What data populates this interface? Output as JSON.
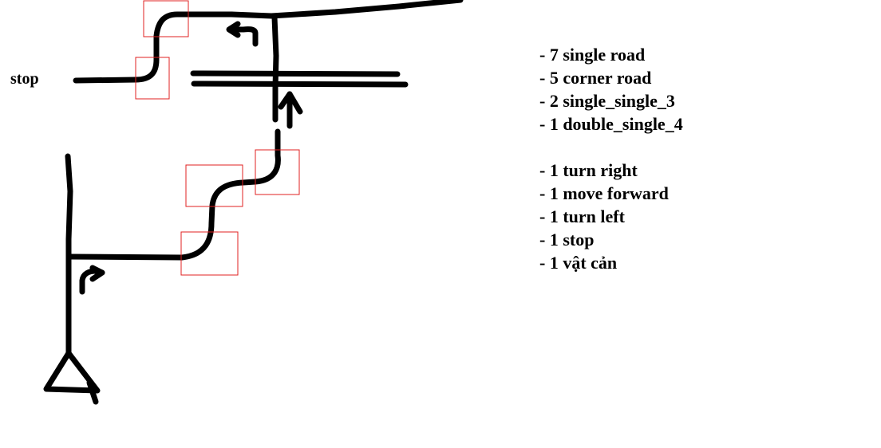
{
  "labels": {
    "stop": "stop"
  },
  "counts": [
    "- 7 single road",
    "- 5 corner road",
    "- 2 single_single_3",
    "- 1 double_single_4"
  ],
  "actions": [
    "- 1 turn right",
    "- 1 move forward",
    "- 1 turn left",
    "- 1 stop",
    "- 1 vật cản"
  ],
  "colors": {
    "stroke": "#000000",
    "marker_box": "#e02020"
  }
}
